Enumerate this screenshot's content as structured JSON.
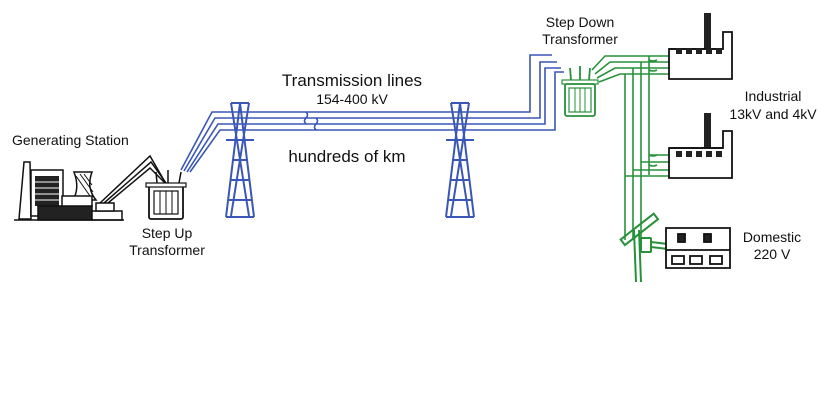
{
  "labels": {
    "generating_station": "Generating Station",
    "step_up_line1": "Step Up",
    "step_up_line2": "Transformer",
    "transmission_title": "Transmission lines",
    "transmission_voltage": "154-400 kV",
    "distance": "hundreds of km",
    "step_down_line1": "Step Down",
    "step_down_line2": "Transformer",
    "industrial_line1": "Industrial",
    "industrial_line2": "13kV and 4kV",
    "domestic_line1": "Domestic",
    "domestic_line2": "220 V"
  },
  "colors": {
    "transmission": "#3a57b5",
    "distribution": "#27913a",
    "outline": "#111111",
    "fill_dark": "#222222"
  }
}
